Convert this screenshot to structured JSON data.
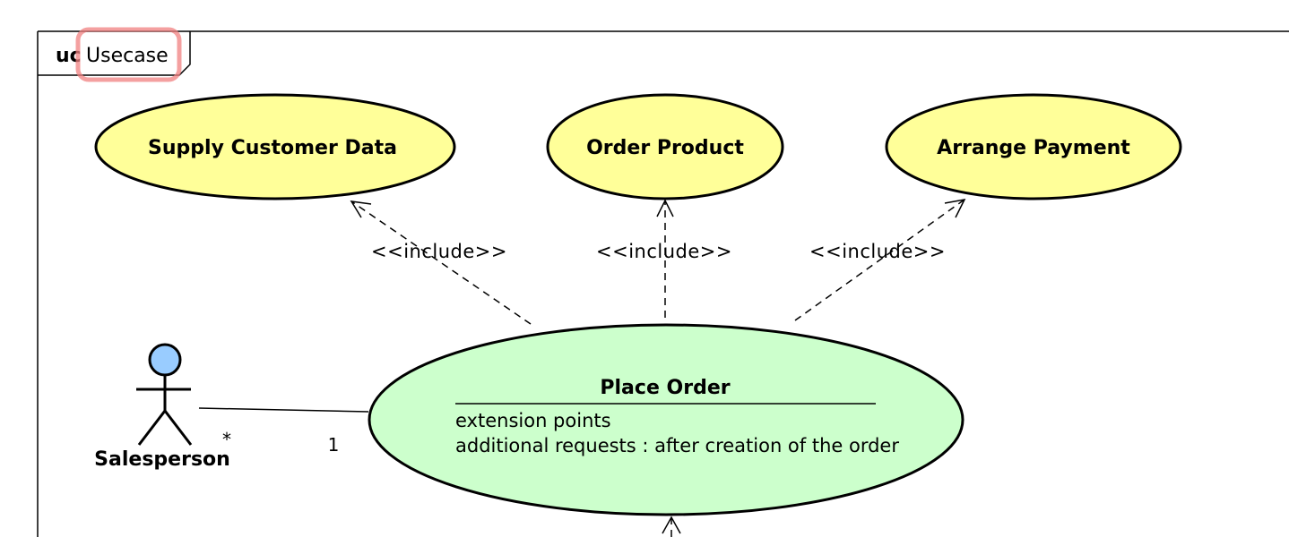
{
  "frame": {
    "keyword": "uc",
    "name": "Usecase"
  },
  "use_cases": {
    "supply_customer_data": "Supply Customer Data",
    "order_product": "Order Product",
    "arrange_payment": "Arrange Payment",
    "place_order": "Place Order"
  },
  "place_order_compartment": {
    "heading": "extension points",
    "entry": "additional requests : after creation of the order"
  },
  "actor": {
    "name": "Salesperson"
  },
  "relations": {
    "include_1": "<<include>>",
    "include_2": "<<include>>",
    "include_3": "<<include>>"
  },
  "association": {
    "actor_multiplicity": "*",
    "usecase_multiplicity": "1"
  },
  "colors": {
    "included_usecase_fill": "#FFFF99",
    "base_usecase_fill": "#CCFFCC",
    "actor_head_fill": "#99CCFF",
    "highlight": "#F08080"
  }
}
